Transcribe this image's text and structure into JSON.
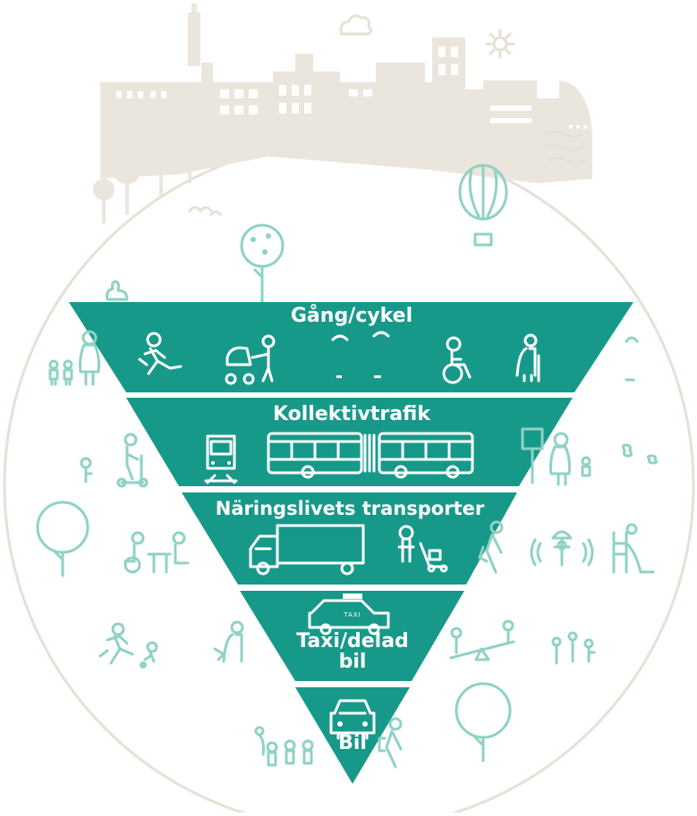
{
  "colors": {
    "band": "#17998a",
    "teal_light": "#8fd2c4",
    "beige": "#ebe6dd",
    "circle_stroke": "#e6e0d6",
    "white": "#ffffff"
  },
  "hierarchy": {
    "level1": "Gång/cykel",
    "level2": "Kollektivtrafik",
    "level3": "Näringslivets transporter",
    "level4_line1": "Taxi/delad",
    "level4_line2": "bil",
    "level5": "Bil",
    "taxi_sign": "TAXI"
  },
  "icons": [
    "city-skyline-icon",
    "sun-icon",
    "cloud-icon",
    "birds-icon",
    "hot-air-balloon-icon",
    "tree-icon",
    "rabbit-icon",
    "family-icon",
    "runner-icon",
    "stroller-icon",
    "cyclist-icon",
    "wheelchair-icon",
    "walker-icon",
    "tram-icon",
    "bus-icon",
    "bus-stop-icon",
    "scooter-rider-icon",
    "truck-icon",
    "delivery-person-icon",
    "cafe-icon",
    "construction-worker-icon",
    "slide-icon",
    "taxi-icon",
    "car-icon",
    "seesaw-icon",
    "flowers-icon",
    "balloon-kids-icon",
    "hiker-icon",
    "butterflies-icon"
  ]
}
